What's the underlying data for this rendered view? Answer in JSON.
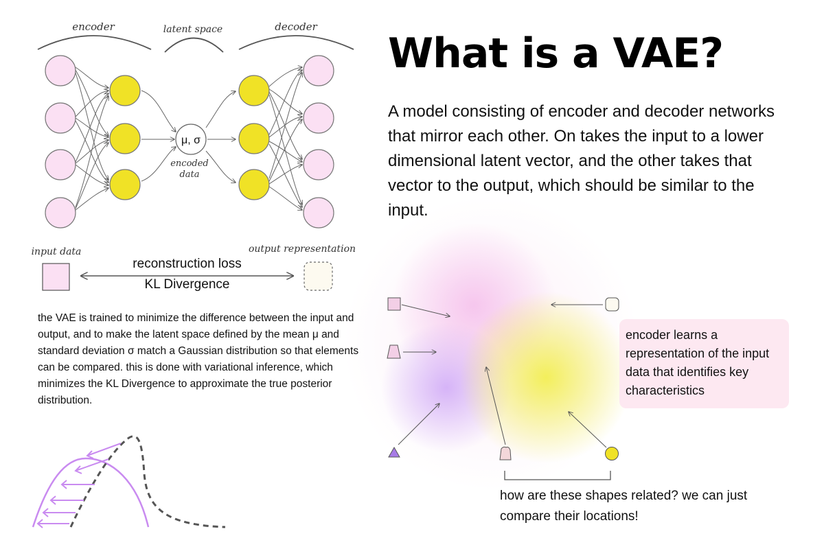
{
  "title": "What is a VAE?",
  "intro": "A model consisting of encoder and decoder networks that mirror each other. On takes the input to a lower dimensional latent vector, and the other takes that vector to the output, which should be similar to the input.",
  "diagram": {
    "encoder_label": "encoder",
    "latent_label": "latent space",
    "decoder_label": "decoder",
    "latent_node_label": "μ, σ",
    "encoded_label_1": "encoded",
    "encoded_label_2": "data",
    "input_data_label": "input data",
    "output_label": "output representation",
    "reconstruction_loss": "reconstruction loss",
    "kl_divergence": "KL Divergence"
  },
  "paragraph": "the VAE is trained to minimize the difference between the input and output, and to make the latent space defined by the mean μ and standard deviation σ match a Gaussian distribution so that elements can be compared. this is done with variational inference, which minimizes the KL Divergence to approximate the true posterior distribution.",
  "encoder_note": "encoder learns a representation of the input data that identifies key characteristics",
  "question": "how are these shapes related? we can just compare their locations!",
  "colors": {
    "input_node": "#fbe0f3",
    "hidden_node": "#f0e226",
    "curve": "#c98bf0",
    "dashed": "#555555",
    "blob_pink": "#f6c8f0",
    "blob_purple": "#d6b4f7",
    "blob_yellow": "#f3f06a"
  }
}
